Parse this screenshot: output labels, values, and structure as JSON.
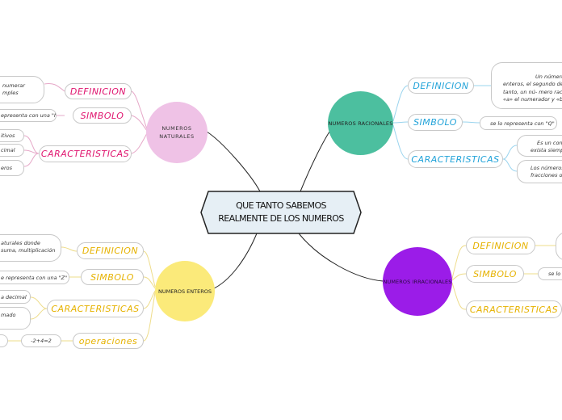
{
  "central": {
    "line1": "QUE TANTO SABEMOS",
    "line2": "REALMENTE DE LOS NUMEROS"
  },
  "colors": {
    "naturales": "#efc2e6",
    "racionales": "#4cbf9f",
    "enteros": "#fbea7a",
    "irracionales": "#9b1ce8",
    "pink": "#e0156f",
    "blue": "#22a3d9",
    "yellow": "#e6b200",
    "line": "#222222"
  },
  "naturales": {
    "title_line1": "NUMEROS",
    "title_line2": "NATURALES",
    "definicion": "DEFINICION",
    "simbolo": "SIMBOLO",
    "caracteristicas": "CARACTERISTICAS",
    "def_note_l1": "numerar",
    "def_note_l2": "mples",
    "sim_note": "epresenta con una \"N\"",
    "car_note1": "itivos",
    "car_note2": "cimal",
    "car_note3": "eros"
  },
  "racionales": {
    "title": "NUMEROS RACIONALES",
    "definicion": "DEFINICION",
    "simbolo": "SIMBOLO",
    "caracteristicas": "CARACTERISTICAS",
    "def_note_l1": "Un número racio",
    "def_note_l2": "enteros, el segundo de lo",
    "def_note_l3": "tanto, un nú- mero racio",
    "def_note_l4": "«a» el numerador y «b",
    "sim_note": "se lo representa con \"Q\"",
    "car_note1_l1": "Es un conj",
    "car_note1_l2": "exista siemp",
    "car_note2_l1": "Los números",
    "car_note2_l2": "fracciones o"
  },
  "enteros": {
    "title": "NUMEROS ENTEROS",
    "definicion": "DEFINICION",
    "simbolo": "SIMBOLO",
    "caracteristicas": "CARACTERISTICAS",
    "operaciones": "operaciones",
    "def_note_l1": "aturales donde",
    "def_note_l2": "suma, multiplicación",
    "sim_note": "e representa con una \"Z\"",
    "car_note1": "a decimal",
    "car_note2": "mado",
    "op_note": "-2+4=2"
  },
  "irracionales": {
    "title": "NUMEROS IRRACIONALES",
    "definicion": "DEFINICION",
    "simbolo": "SIMBOLO",
    "caracteristicas": "CARACTERISTICAS",
    "sim_note": "se lo"
  }
}
